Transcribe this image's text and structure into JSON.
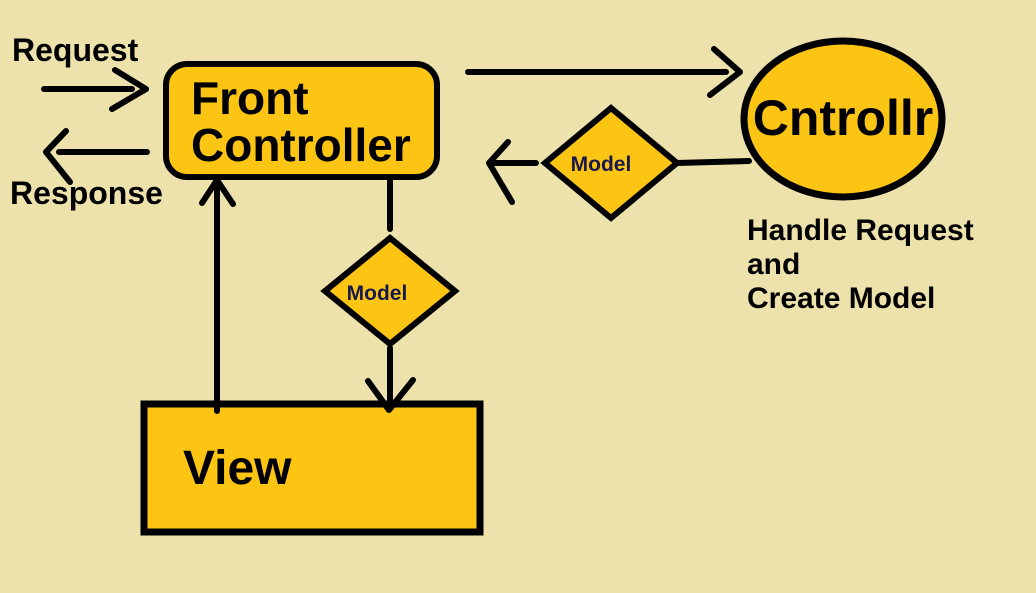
{
  "colors": {
    "background": "#ede1ac",
    "node_fill": "#fcc413",
    "outline": "#000000",
    "model_text": "#181850",
    "text": "#000000"
  },
  "flow": {
    "request_label": "Request",
    "response_label": "Response"
  },
  "nodes": {
    "front_controller": {
      "line1": "Front",
      "line2": "Controller"
    },
    "controller": {
      "label": "Cntrollr",
      "note_line1": "Handle Request",
      "note_line2": "and",
      "note_line3": "Create Model"
    },
    "model_upper": {
      "label": "Model"
    },
    "model_lower": {
      "label": "Model"
    },
    "view": {
      "label": "View"
    }
  }
}
